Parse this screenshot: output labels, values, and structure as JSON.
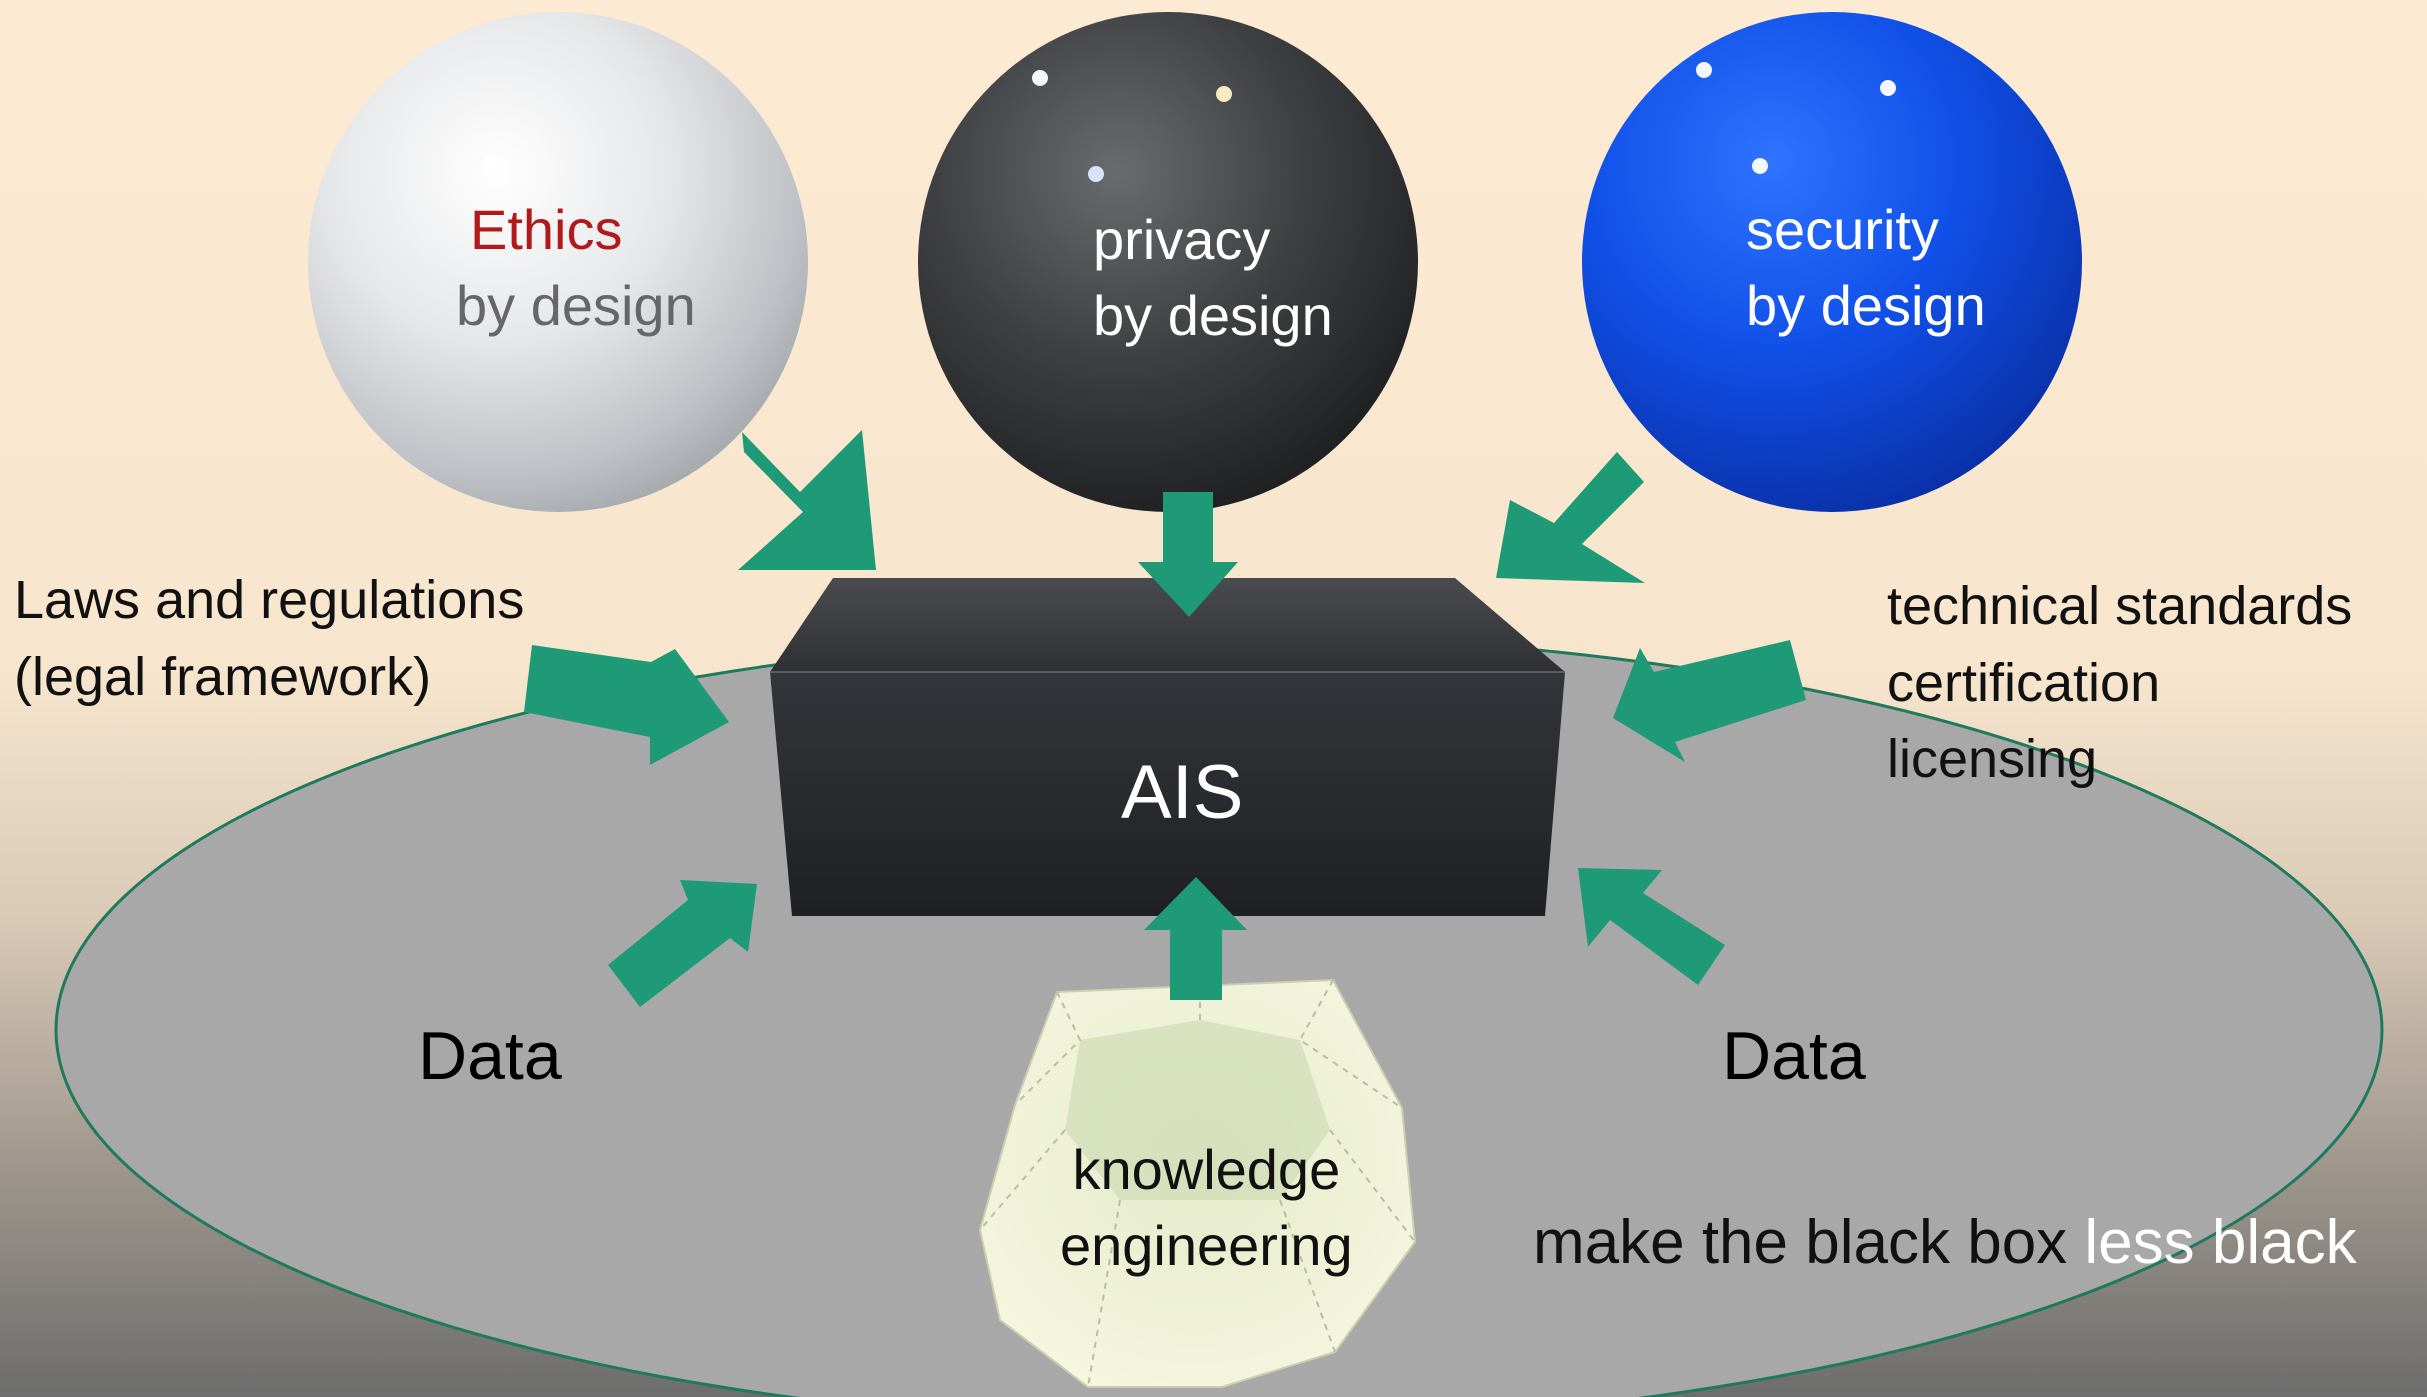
{
  "spheres": [
    {
      "line1": "Ethics",
      "line2": "by design",
      "line1_color": "#b11a1a",
      "line2_color": "#666666",
      "fill": "white"
    },
    {
      "line1": "privacy",
      "line2": "by design",
      "line1_color": "#ffffff",
      "line2_color": "#ffffff",
      "fill": "dark-grey"
    },
    {
      "line1": "security",
      "line2": "by design",
      "line1_color": "#ffffff",
      "line2_color": "#ffffff",
      "fill": "blue"
    }
  ],
  "center_box": {
    "label": "AIS",
    "color": "#2b2c30"
  },
  "left_inputs": {
    "line1": "Laws and regulations",
    "line2": "(legal framework)"
  },
  "right_inputs": {
    "line1": "technical standards",
    "line2": "certification",
    "line3": "licensing"
  },
  "data_left": "Data",
  "data_right": "Data",
  "knowledge": {
    "line1": "knowledge",
    "line2": "engineering"
  },
  "tagline": {
    "part1": "make the black box ",
    "part2": "less black"
  },
  "colors": {
    "arrow": "#1e9a76",
    "platform": "#a6a6a6",
    "platform_edge": "#1e7a5c",
    "background_top": "#fcebd2",
    "background_bottom": "#6f6f6f"
  }
}
